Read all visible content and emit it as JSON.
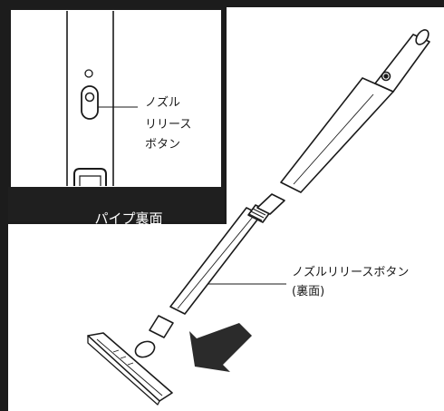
{
  "inset": {
    "callout_lines": [
      "ノズル",
      "リリース",
      "ボタン"
    ],
    "caption": "パイプ裏面"
  },
  "main": {
    "callout_lines": [
      "ノズルリリースボタン",
      "(裏面)"
    ]
  },
  "colors": {
    "frame": "#1c1c1c",
    "caption_band": "#1f1f1f",
    "arrow": "#2b2b2b",
    "line": "#1a1a1a"
  },
  "icons": [
    "nozzle-release-button-icon",
    "downward-pull-arrow-icon"
  ]
}
